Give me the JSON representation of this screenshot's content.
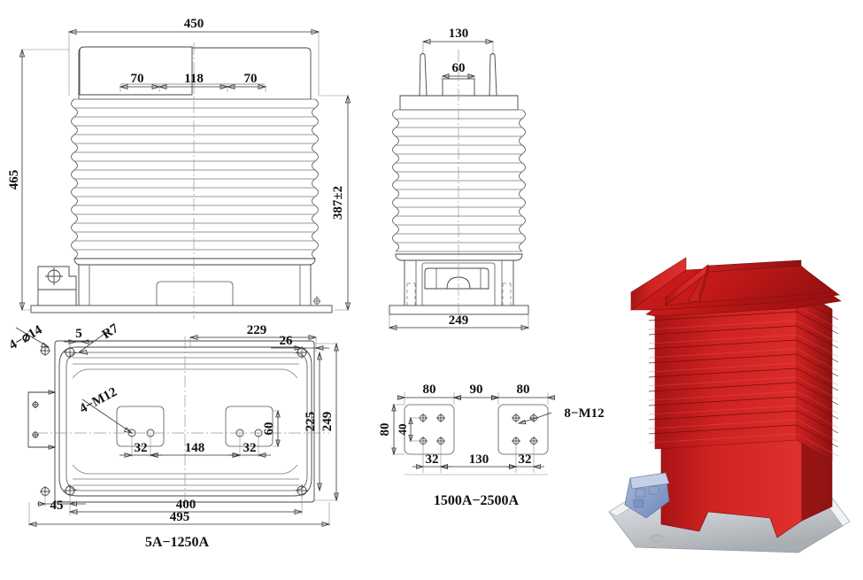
{
  "drawing": {
    "title": "current-transformer-outline-dimension-drawing",
    "units": "mm",
    "views": {
      "front": {
        "name": "front-elevation",
        "dimensions": {
          "overall_width": "450",
          "overall_height": "465",
          "insulator_height": "387±2",
          "top_left_pad": "70",
          "top_center_gap": "118",
          "top_right_pad": "70"
        }
      },
      "side": {
        "name": "side-elevation",
        "dimensions": {
          "terminal_spread": "130",
          "terminal_width": "60",
          "base_depth": "249"
        }
      },
      "plan": {
        "name": "base-plan-view",
        "caption": "5A−1250A",
        "dimensions": {
          "hole_callout": "4−⌀14",
          "slot_width": "5",
          "corner_radius": "R7",
          "stud_callout": "4−M12",
          "offset_to_hole": "229",
          "edge_offset": "26",
          "inner_height": "225",
          "outer_depth": "249",
          "stud_pitch_left": "32",
          "stud_gap_center": "148",
          "stud_pitch_right": "32",
          "stud_vertical": "60",
          "corner_offset": "45",
          "hole_span": "400",
          "overall_length": "495"
        }
      },
      "terminal_detail": {
        "name": "terminal-pad-detail",
        "caption": "1500A−2500A",
        "dimensions": {
          "pad_width_left": "80",
          "pad_gap": "90",
          "pad_width_right": "80",
          "pad_height": "80",
          "hole_pitch_vertical": "40",
          "stud_callout": "8−M12",
          "hole_pitch_left": "32",
          "center_distance": "130",
          "hole_pitch_right": "32"
        }
      },
      "photo": {
        "name": "product-photograph",
        "alt_label": "red epoxy resin cast current transformer on steel base"
      }
    },
    "colors": {
      "line": "#555555",
      "dim_line": "#333333",
      "center_line": "#999999",
      "text": "#111111",
      "product_red": "#c41a1a",
      "product_red_light": "#e33030",
      "product_red_dark": "#8e1212",
      "base_metal": "#c9cdd1",
      "terminal_blue": "#7b93c4",
      "background": "#ffffff"
    }
  }
}
